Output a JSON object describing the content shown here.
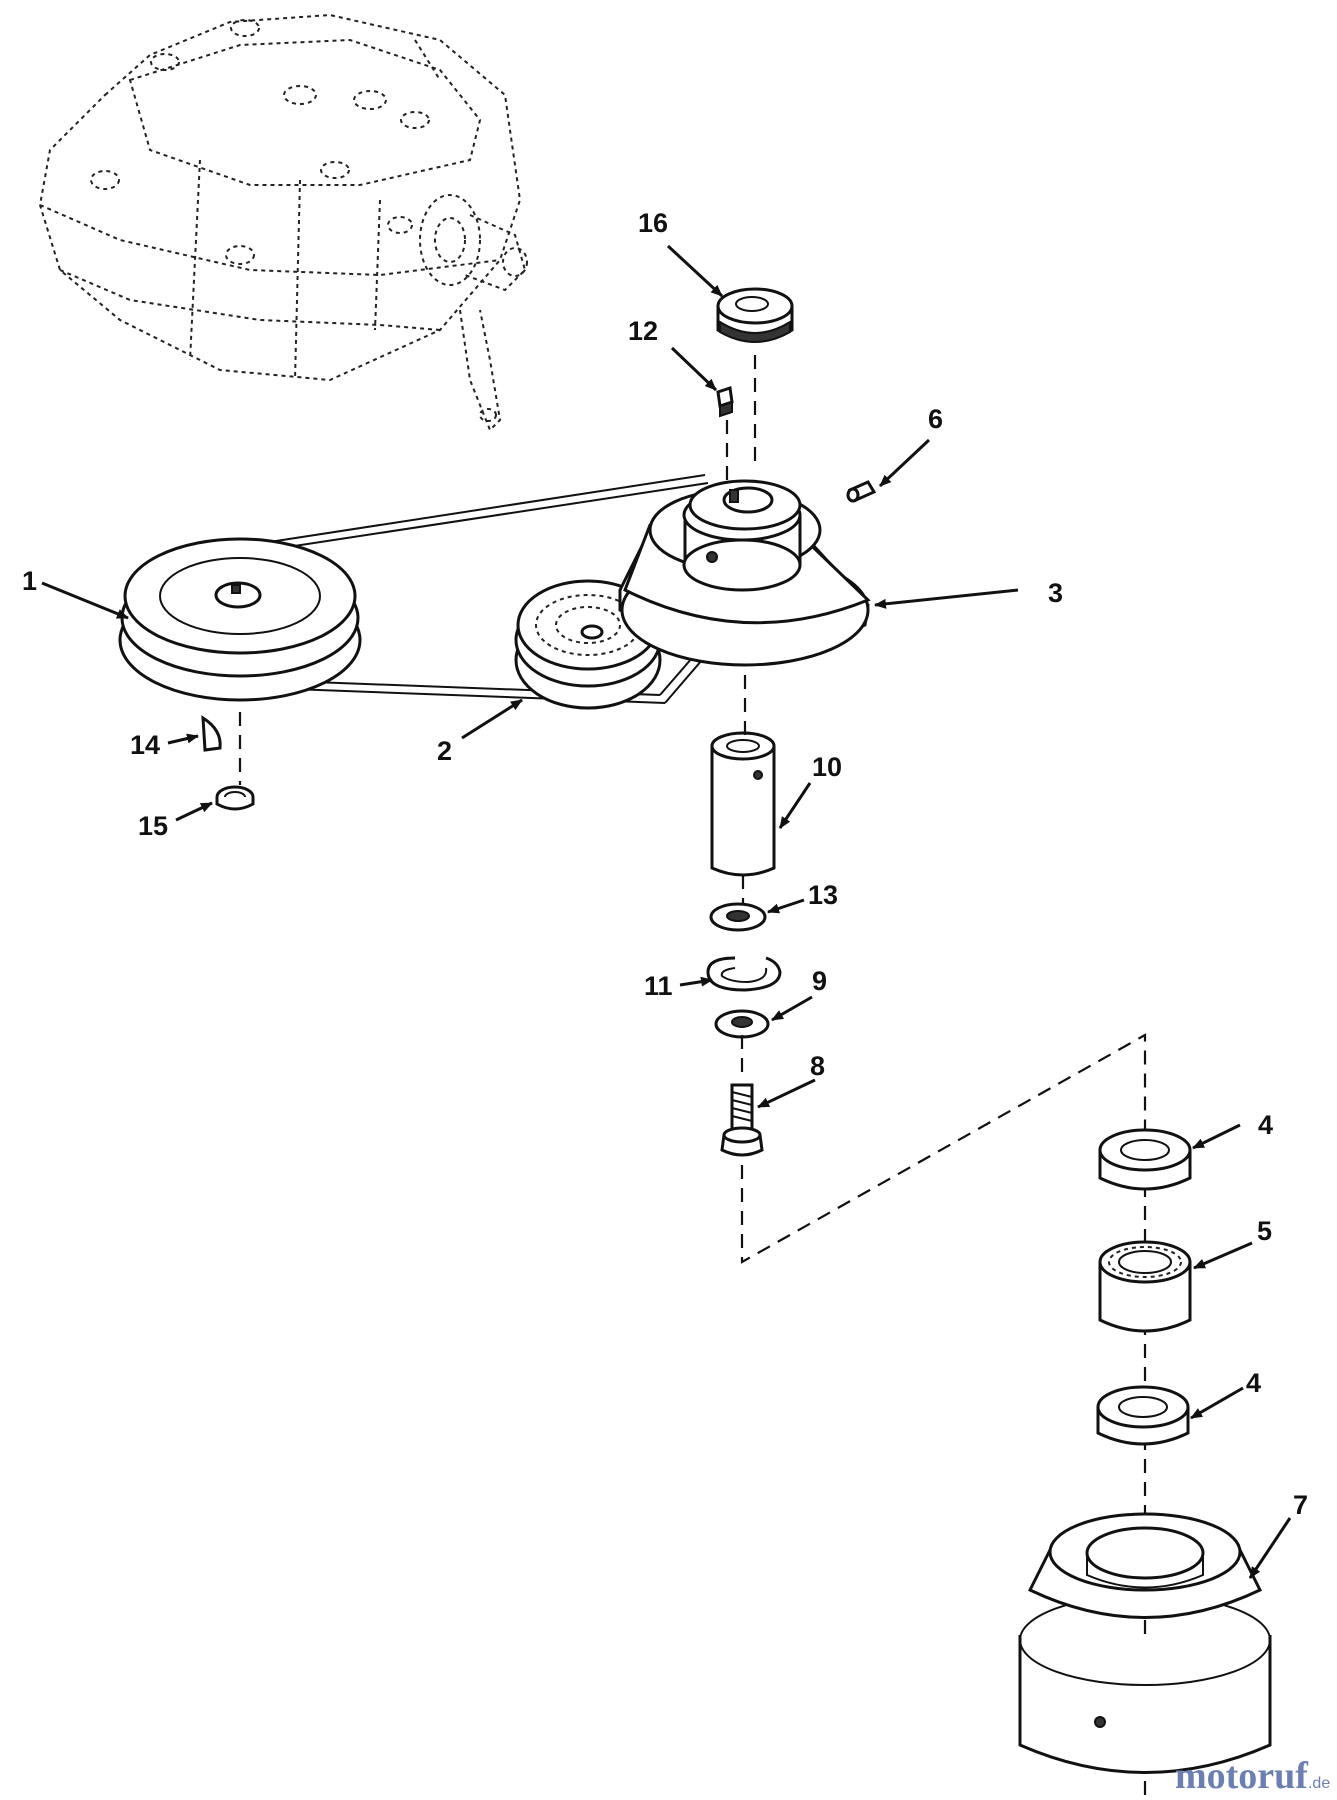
{
  "callouts": [
    {
      "id": "label-1",
      "text": "1"
    },
    {
      "id": "label-2",
      "text": "2"
    },
    {
      "id": "label-3",
      "text": "3"
    },
    {
      "id": "label-4-upper",
      "text": "4"
    },
    {
      "id": "label-4-lower",
      "text": "4"
    },
    {
      "id": "label-5",
      "text": "5"
    },
    {
      "id": "label-6",
      "text": "6"
    },
    {
      "id": "label-7",
      "text": "7"
    },
    {
      "id": "label-8",
      "text": "8"
    },
    {
      "id": "label-9",
      "text": "9"
    },
    {
      "id": "label-10",
      "text": "10"
    },
    {
      "id": "label-11",
      "text": "11"
    },
    {
      "id": "label-12",
      "text": "12"
    },
    {
      "id": "label-13",
      "text": "13"
    },
    {
      "id": "label-14",
      "text": "14"
    },
    {
      "id": "label-15",
      "text": "15"
    },
    {
      "id": "label-16",
      "text": "16"
    }
  ],
  "watermark": {
    "brand": "motoruf",
    "suffix": ".de"
  }
}
